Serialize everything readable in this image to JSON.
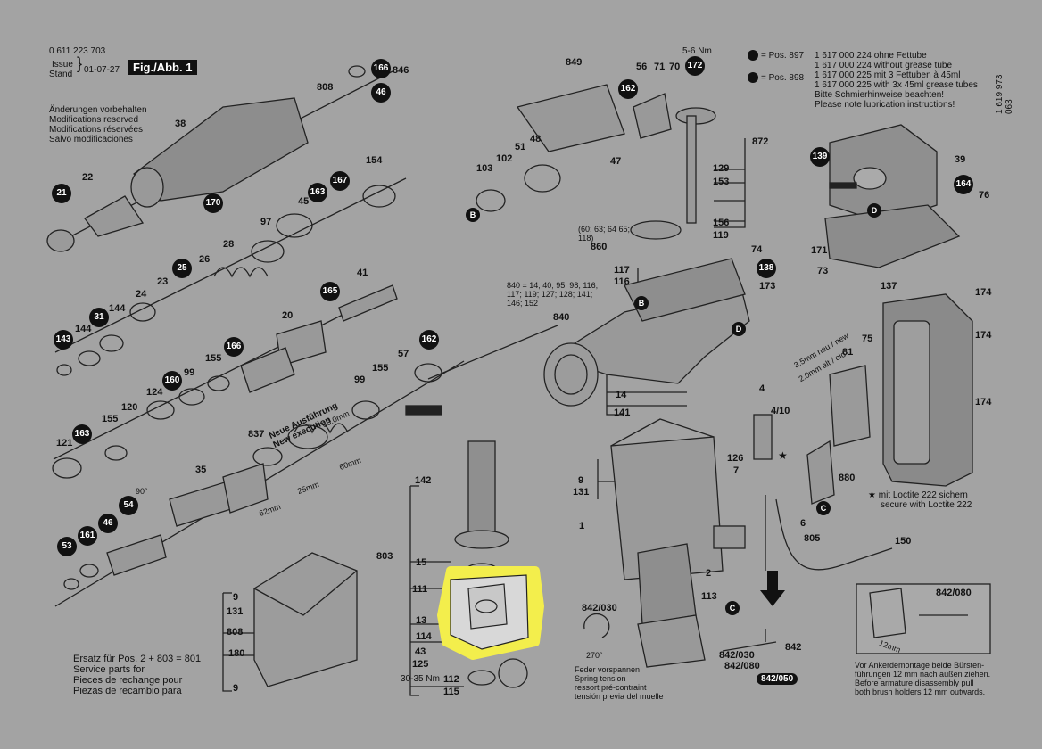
{
  "header": {
    "model_number": "0 611 223 703",
    "issue_label": "Issue",
    "stand_label": "Stand",
    "issue_date": "01-07-27",
    "figure_label": "Fig./Abb. 1",
    "doc_number": "1 619 973 063",
    "torque_top": "5-6 Nm",
    "torque_bottom": "30-35 Nm"
  },
  "notes": {
    "modifications": [
      "Änderungen vorbehalten",
      "Modifications reserved",
      "Modifications réservées",
      "Salvo modificaciones"
    ],
    "lubrication_pos897_label": "= Pos. 897",
    "lubrication_pos897_lines": [
      "1 617 000 224 ohne Fettube",
      "1 617 000 224 without grease tube"
    ],
    "lubrication_pos898_label": "= Pos. 898",
    "lubrication_pos898_lines": [
      "1 617 000 225 mit 3 Fettuben à 45ml",
      "1 617 000 225 with 3x 45ml grease tubes",
      "Bitte Schmierhinweise beachten!",
      "Please note lubrication instructions!"
    ],
    "loctite": [
      "★ mit Loctite 222 sichern",
      "secure with Loctite 222"
    ],
    "service_parts": [
      "Ersatz für Pos. 2 + 803 = 801",
      "Service parts for",
      "Pieces de rechange pour",
      "Piezas de recambio para"
    ],
    "spring_tension": [
      "Feder vorspannen",
      "Spring tension",
      "ressort pré-contraint",
      "tensión previa del muelle"
    ],
    "brush_holder": [
      "Vor Ankerdemontage beide Bürsten-",
      "führungen 12 mm nach außen ziehen.",
      "Before armature disassembly pull",
      "both brush holders 12 mm outwards."
    ],
    "new_execution": [
      "Neue Ausführung",
      "New execution"
    ],
    "dims": {
      "d1": "62mm",
      "d2": "25mm",
      "d3": "60mm",
      "d4": "63.0mm",
      "d5": "12mm",
      "angle1": "90°",
      "angle2": "270°",
      "gauge": "3.5mm neu / new",
      "gauge2": "2.0mm alt / old",
      "pos_list": "(60; 63; 64 65; 118)",
      "pos840": "840 = 14; 40; 95; 98; 116; 117; 119; 127; 128; 141; 146; 152"
    }
  },
  "badges": [
    "166",
    "46",
    "21",
    "170",
    "163",
    "167",
    "25",
    "165",
    "31",
    "143",
    "166",
    "160",
    "162",
    "163",
    "46",
    "54",
    "53",
    "161",
    "162",
    "172",
    "139",
    "164",
    "138"
  ],
  "letters": [
    "B",
    "D",
    "B",
    "D",
    "C",
    "C"
  ],
  "labels": [
    "846",
    "808",
    "38",
    "22",
    "154",
    "97",
    "45",
    "28",
    "26",
    "23",
    "24",
    "144",
    "144",
    "41",
    "20",
    "155",
    "99",
    "124",
    "120",
    "155",
    "121",
    "837",
    "35",
    "57",
    "155",
    "99",
    "849",
    "56",
    "71",
    "70",
    "48",
    "51",
    "102",
    "103",
    "47",
    "872",
    "129",
    "153",
    "156",
    "119",
    "860",
    "117",
    "116",
    "840",
    "74",
    "173",
    "39",
    "76",
    "171",
    "73",
    "137",
    "174",
    "174",
    "174",
    "75",
    "81",
    "4",
    "4/10",
    "126",
    "7",
    "9",
    "131",
    "1",
    "880",
    "6",
    "805",
    "150",
    "142",
    "803",
    "15",
    "111",
    "13",
    "114",
    "43",
    "125",
    "112",
    "115",
    "2",
    "113",
    "842/030",
    "842",
    "842/030",
    "842/080",
    "842/050",
    "842/080",
    "9",
    "131",
    "808",
    "180",
    "9",
    "14",
    "141"
  ]
}
